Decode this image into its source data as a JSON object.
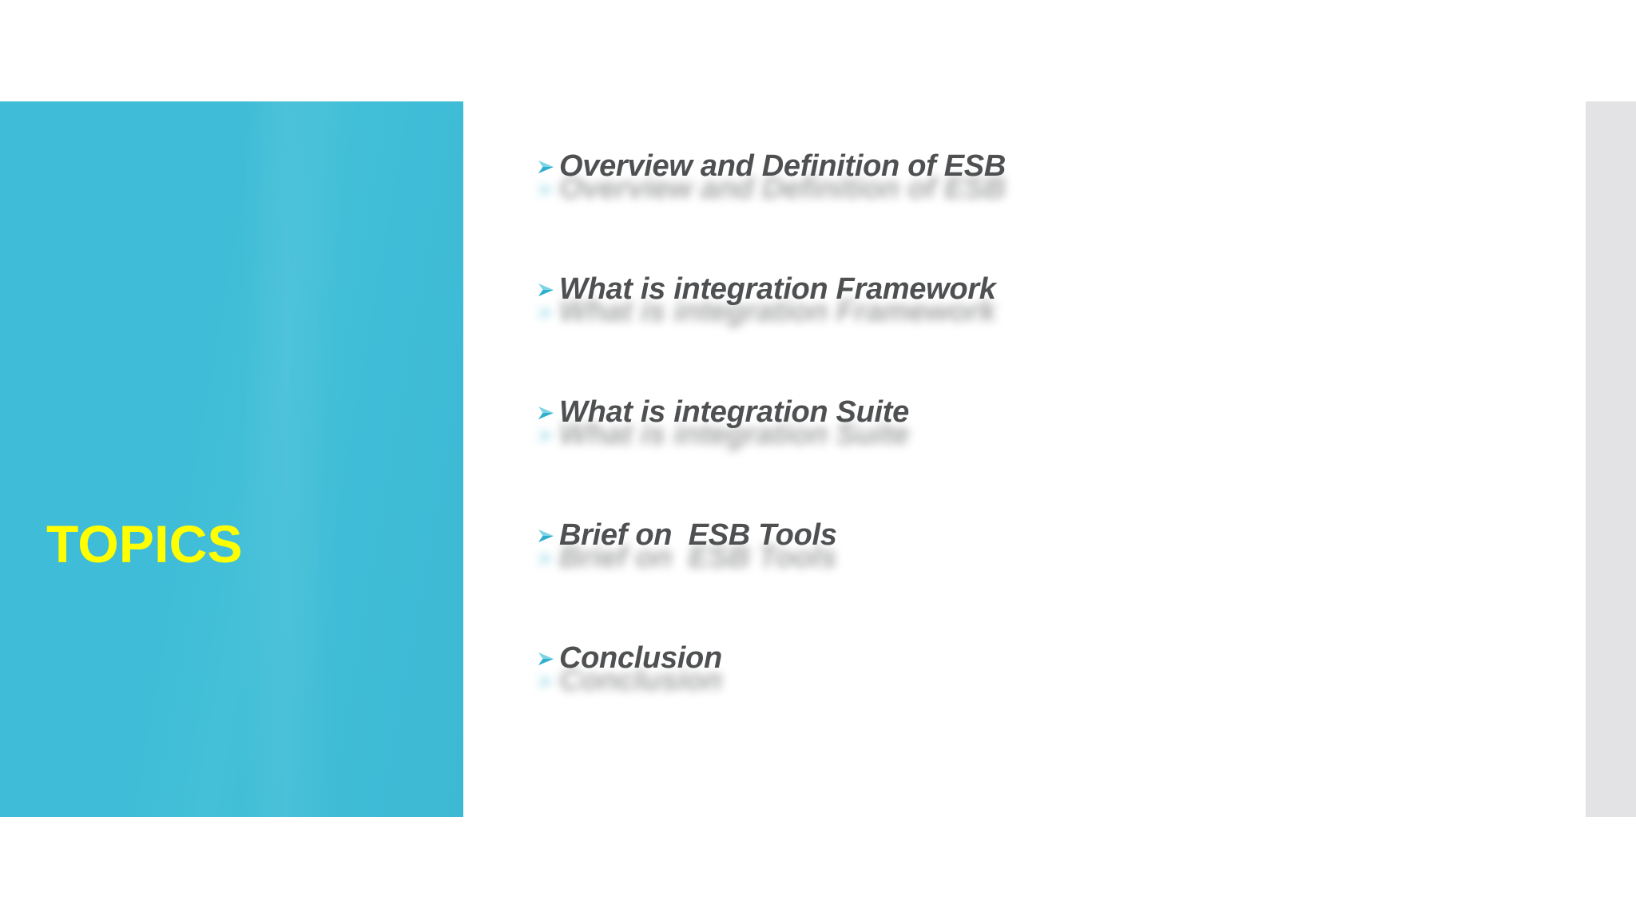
{
  "slide": {
    "title": "TOPICS",
    "title_color": "#FFFF00",
    "panel_color": "#3FBCD7",
    "body_text_color": "#4E5052",
    "bullet_marker_color": "#33B5D1",
    "right_strip_color": "#E3E3E5",
    "background_color": "#FFFFFF"
  },
  "bullets": [
    {
      "marker": "arrowhead-bullet-icon",
      "text": "Overview and Definition of ESB"
    },
    {
      "marker": "arrowhead-bullet-icon",
      "text": "What is integration Framework"
    },
    {
      "marker": "arrowhead-bullet-icon",
      "text": "What is integration Suite"
    },
    {
      "marker": "arrowhead-bullet-icon",
      "text": "Brief on  ESB Tools"
    },
    {
      "marker": "arrowhead-bullet-icon",
      "text": "Conclusion"
    }
  ]
}
